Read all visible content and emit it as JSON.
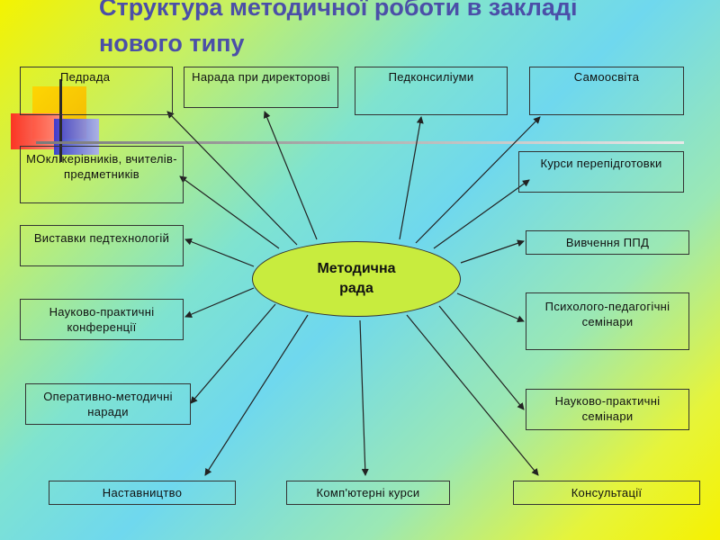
{
  "title": {
    "line1": "Структура методичної роботи в закладі",
    "line2": "нового типу"
  },
  "center": {
    "line1": "Методична",
    "line2": "рада"
  },
  "boxes": {
    "pedrada": "Педрада",
    "narada": "Нарада при директорові",
    "pedkonsiliumy": "Педконсиліуми",
    "samoosvita": "Самоосвіта",
    "mo": "МОкл.керівників, вчителів-предметників",
    "kursy": "Курси перепідготовки",
    "vystavky": "Виставки педтехнологій",
    "vyvchennia": "Вивчення ППД",
    "konferentsii": "Науково-практичні конференції",
    "psykholoho": "Психолого-педагогічні семінари",
    "operatyvno": "Оперативно-методичні наради",
    "seminary": "Науково-практичні семінари",
    "nastavnytstvo": "Наставництво",
    "kompiuterni": "Комп'ютерні курси",
    "konsultatsii": "Консультації"
  },
  "colors": {
    "title": "#4b4fa8",
    "ellipse_fill": "#c8ec3e",
    "deco_yellow": "#f5c400",
    "deco_red": "#ff3030",
    "deco_blue": "#3b3fd8"
  }
}
